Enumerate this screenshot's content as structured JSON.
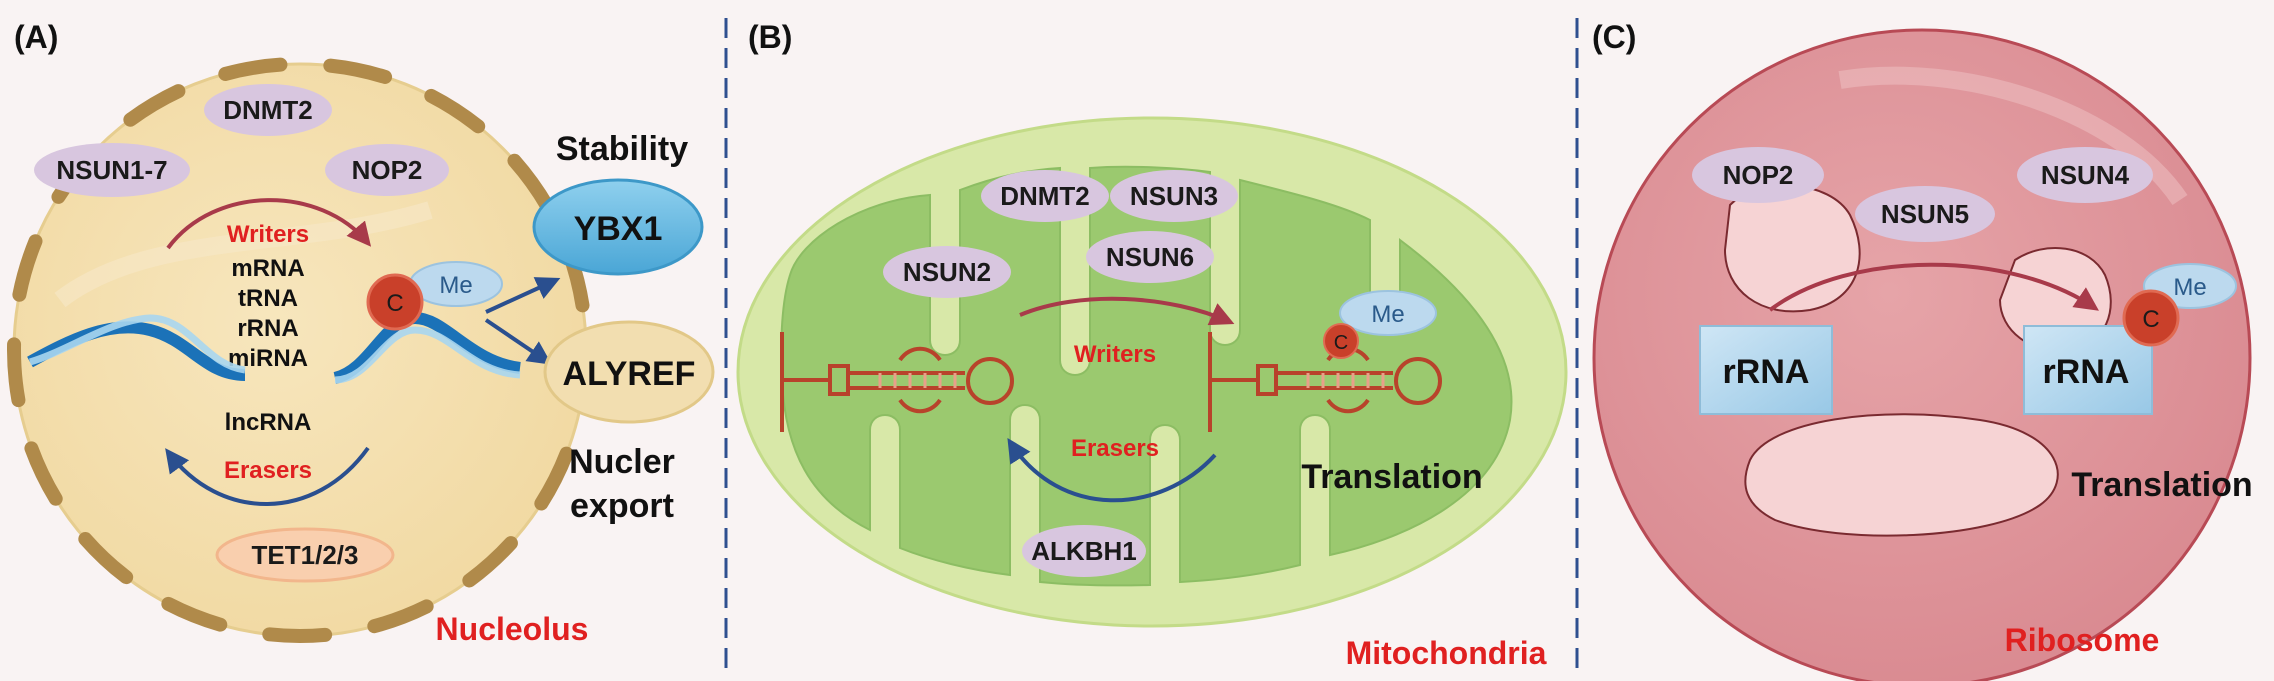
{
  "panels": {
    "a": {
      "tag": "(A)",
      "enzymes": [
        "DNMT2",
        "NSUN1-7",
        "NOP2",
        "TET1/2/3"
      ],
      "writers": "Writers",
      "erasers": "Erasers",
      "rna_types": [
        "mRNA",
        "tRNA",
        "rRNA",
        "miRNA",
        "lncRNA"
      ],
      "cytosine": "C",
      "methyl": "Me",
      "readers": [
        "YBX1",
        "ALYREF"
      ],
      "outcome_stability": "Stability",
      "outcome_export_1": "Nucler",
      "outcome_export_2": "export",
      "location": "Nucleolus"
    },
    "b": {
      "tag": "(B)",
      "enzymes": [
        "DNMT2",
        "NSUN3",
        "NSUN2",
        "NSUN6",
        "ALKBH1"
      ],
      "writers": "Writers",
      "erasers": "Erasers",
      "cytosine": "C",
      "methyl": "Me",
      "outcome": "Translation",
      "location": "Mitochondria"
    },
    "c": {
      "tag": "(C)",
      "enzymes": [
        "NOP2",
        "NSUN5",
        "NSUN4"
      ],
      "rrna_left": "rRNA",
      "rrna_right": "rRNA",
      "cytosine": "C",
      "methyl": "Me",
      "outcome": "Translation",
      "location": "Ribosome"
    }
  },
  "colors": {
    "writer_arrow": "#a83a4a",
    "eraser_arrow": "#2a4f8f",
    "label_red": "#e02020",
    "divider": "#2f4f8f",
    "enzyme_fill": "#d8c6df",
    "cytosine": "#c9402a",
    "methyl": "#bcd9ee"
  }
}
